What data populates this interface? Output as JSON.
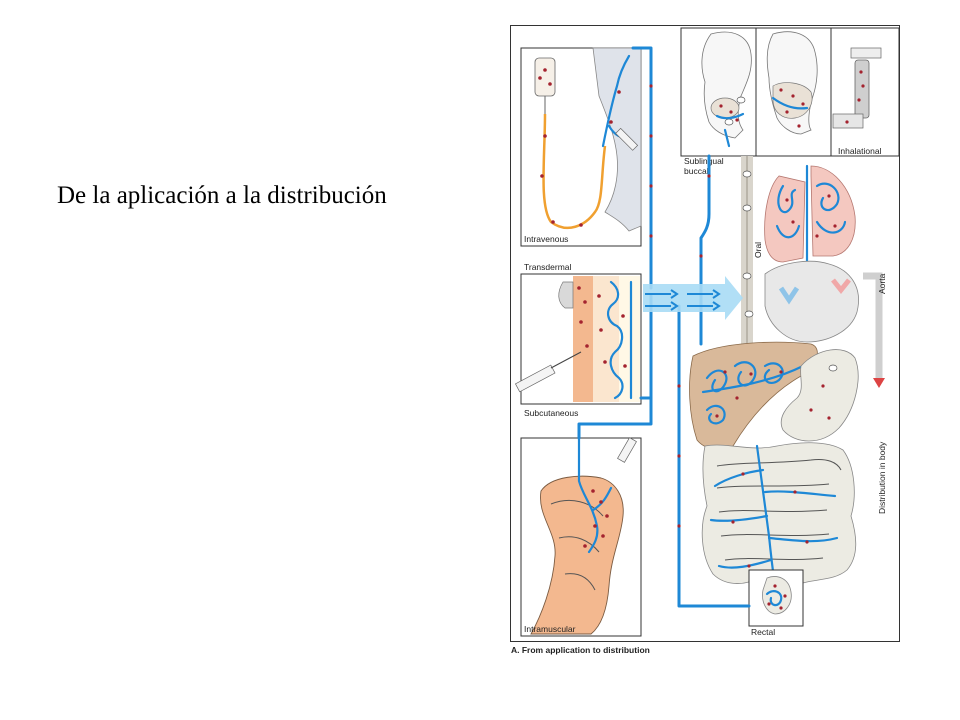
{
  "slide": {
    "title": "De la aplicación a la distribución"
  },
  "figure": {
    "labels": {
      "intravenous": "Intravenous",
      "transdermal": "Transdermal",
      "subcutaneous": "Subcutaneous",
      "intramuscular": "Intramuscular",
      "sublingual_buccal_line1": "Sublingual",
      "sublingual_buccal_line2": "buccal",
      "inhalational": "Inhalational",
      "oral": "Oral",
      "aorta": "Aorta",
      "distribution_in_body": "Distribution in body",
      "rectal": "Rectal"
    },
    "caption": "A. From application to distribution",
    "colors": {
      "vessel": "#1e88d6",
      "drug_particle": "#a4232f",
      "skin": "#f3b88f",
      "iv_tube": "#f0a030",
      "lung": "#f4c8c0",
      "liver": "#d9b99a",
      "flow_arrow": "#a9dcf5"
    }
  }
}
